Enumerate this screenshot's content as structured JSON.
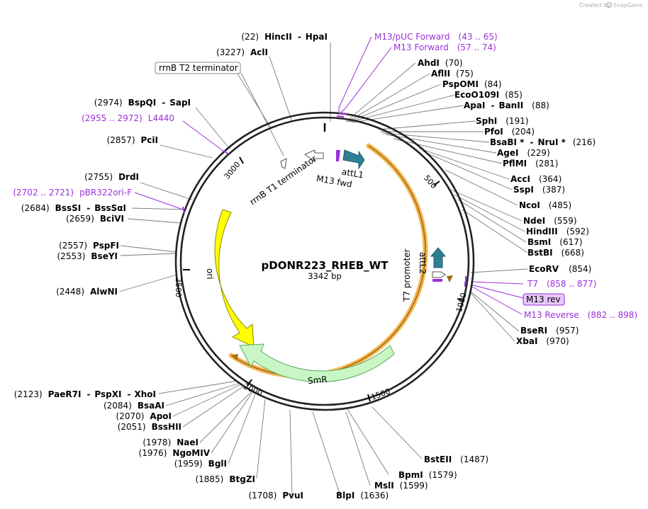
{
  "credit": {
    "text": "Created by",
    "brand": "SnapGene"
  },
  "plasmid": {
    "name": "pDONR223_RHEB_WT",
    "length": "3342 bp"
  },
  "colors": {
    "ring": "#222222",
    "feature_purple": "#9b30d9",
    "ori": "#ffff00",
    "smr": "#c8f7c5",
    "att": "#2e7f95",
    "orf_outline": "#f5b041"
  },
  "ticks": [
    "500",
    "1000",
    "1500",
    "2000",
    "2500",
    "3000"
  ],
  "features": {
    "attL1": "attL1",
    "m13fwd": "M13 fwd",
    "rrnb_t1": "rrnB T1 terminator",
    "ori": "ori",
    "smr": "SmR",
    "t7_promoter": "T7 promoter",
    "attL2": "attL2"
  },
  "callout_box": "rrnB T2 terminator",
  "enzymes": {
    "hincii": {
      "pos": "(22)",
      "name": "HincII",
      "sep": "-",
      "name2": "HpaI"
    },
    "acli": {
      "pos": "(3227)",
      "name": "AclI"
    },
    "bspqi": {
      "pos": "(2974)",
      "name": "BspQI",
      "sep": "-",
      "name2": "SapI"
    },
    "l4440": {
      "pos": "(2955 .. 2972)",
      "name": "L4440"
    },
    "pcii": {
      "pos": "(2857)",
      "name": "PciI"
    },
    "drdi": {
      "pos": "(2755)",
      "name": "DrdI"
    },
    "pbr": {
      "pos": "(2702 .. 2721)",
      "name": "pBR322ori-F"
    },
    "bsssi": {
      "pos": "(2684)",
      "name": "BssSI",
      "sep": "-",
      "name2": "BssSαI"
    },
    "bcivi": {
      "pos": "(2659)",
      "name": "BciVI"
    },
    "pspfi": {
      "pos": "(2557)",
      "name": "PspFI"
    },
    "bseyi": {
      "pos": "(2553)",
      "name": "BseYI"
    },
    "alwni": {
      "pos": "(2448)",
      "name": "AlwNI"
    },
    "paer7i": {
      "pos": "(2123)",
      "name": "PaeR7I",
      "sep": "-",
      "name2": "PspXI",
      "sep2": "-",
      "name3": "XhoI"
    },
    "bsaai": {
      "pos": "(2084)",
      "name": "BsaAI"
    },
    "apoi": {
      "pos": "(2070)",
      "name": "ApoI"
    },
    "bsshii": {
      "pos": "(2051)",
      "name": "BssHII"
    },
    "naei": {
      "pos": "(1978)",
      "name": "NaeI"
    },
    "ngomiv": {
      "pos": "(1976)",
      "name": "NgoMIV"
    },
    "bgli": {
      "pos": "(1959)",
      "name": "BglI"
    },
    "btgzi": {
      "pos": "(1885)",
      "name": "BtgZI"
    },
    "pvui": {
      "pos": "(1708)",
      "name": "PvuI"
    },
    "blpi": {
      "name": "BlpI",
      "pos": "(1636)"
    },
    "msli": {
      "name": "MslI",
      "pos": "(1599)"
    },
    "bpmi": {
      "name": "BpmI",
      "pos": "(1579)"
    },
    "bsteii": {
      "name": "BstEII",
      "pos": "(1487)"
    },
    "m13puc": {
      "name": "M13/pUC Forward",
      "pos": "(43 .. 65)"
    },
    "m13f": {
      "name": "M13 Forward",
      "pos": "(57 .. 74)"
    },
    "ahdi": {
      "name": "AhdI",
      "pos": "(70)"
    },
    "aflii": {
      "name": "AflII",
      "pos": "(75)"
    },
    "pspomi": {
      "name": "PspOMI",
      "pos": "(84)"
    },
    "eco0109i": {
      "name": "EcoO109I",
      "pos": "(85)"
    },
    "apai": {
      "name": "ApaI",
      "sep": "-",
      "name2": "BanII",
      "pos": "(88)"
    },
    "sphi": {
      "name": "SphI",
      "pos": "(191)"
    },
    "pfoi": {
      "name": "PfoI",
      "pos": "(204)"
    },
    "bsabi": {
      "name": "BsaBI *",
      "sep": "-",
      "name2": "NruI *",
      "pos": "(216)"
    },
    "agei": {
      "name": "AgeI",
      "pos": "(229)"
    },
    "pflmi": {
      "name": "PflMI",
      "pos": "(281)"
    },
    "acci": {
      "name": "AccI",
      "pos": "(364)"
    },
    "sspi": {
      "name": "SspI",
      "pos": "(387)"
    },
    "ncoi": {
      "name": "NcoI",
      "pos": "(485)"
    },
    "ndei": {
      "name": "NdeI",
      "pos": "(559)"
    },
    "hindiii": {
      "name": "HindIII",
      "pos": "(592)"
    },
    "bsmi": {
      "name": "BsmI",
      "pos": "(617)"
    },
    "bstbi": {
      "name": "BstBI",
      "pos": "(668)"
    },
    "ecorv": {
      "name": "EcoRV",
      "pos": "(854)"
    },
    "t7": {
      "name": "T7",
      "pos": "(858 .. 877)"
    },
    "m13rev": {
      "name": "M13 rev"
    },
    "m13reverse": {
      "name": "M13 Reverse",
      "pos": "(882 .. 898)"
    },
    "bseri": {
      "name": "BseRI",
      "pos": "(957)"
    },
    "xbai": {
      "name": "XbaI",
      "pos": "(970)"
    }
  }
}
